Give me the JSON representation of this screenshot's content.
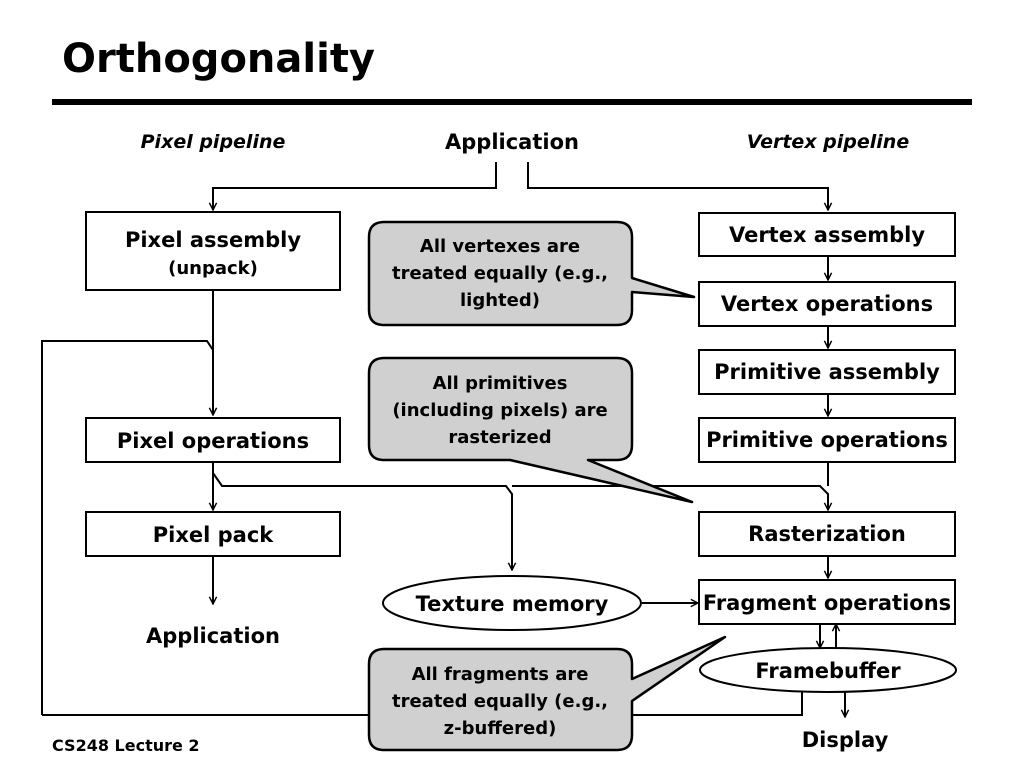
{
  "slide": {
    "title": "Orthogonality",
    "footer": "CS248 Lecture 2"
  },
  "headers": {
    "pixel_pipeline": "Pixel pipeline",
    "application_top": "Application",
    "vertex_pipeline": "Vertex pipeline"
  },
  "pixel": {
    "assembly": "Pixel assembly",
    "assembly_sub": "(unpack)",
    "operations": "Pixel operations",
    "pack": "Pixel pack",
    "application_bottom": "Application"
  },
  "vertex": {
    "assembly": "Vertex assembly",
    "operations": "Vertex operations",
    "primitive_assembly": "Primitive assembly",
    "primitive_operations": "Primitive operations",
    "rasterization": "Rasterization",
    "fragment_operations": "Fragment operations",
    "framebuffer": "Framebuffer",
    "display": "Display"
  },
  "texture_memory": "Texture memory",
  "callouts": {
    "vertexes": [
      "All vertexes are",
      "treated equally (e.g.,",
      "lighted)"
    ],
    "primitives": [
      "All primitives",
      "(including pixels) are",
      "rasterized"
    ],
    "fragments": [
      "All fragments are",
      "treated equally (e.g.,",
      "z-buffered)"
    ]
  }
}
